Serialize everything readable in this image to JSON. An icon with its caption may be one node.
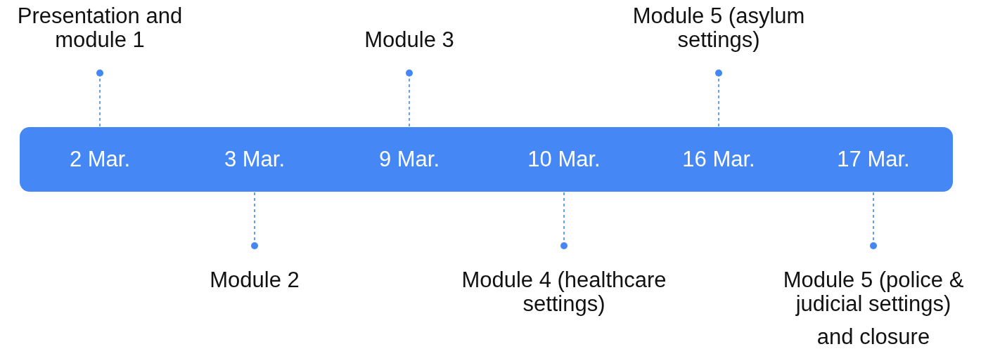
{
  "diagram": {
    "nodes": [
      {
        "text": [],
        "shape": "bar"
      },
      {
        "text": [
          "2 Mar."
        ],
        "in": 0
      },
      {
        "text": [
          "3 Mar."
        ],
        "in": 0
      },
      {
        "text": [
          "9 Mar."
        ],
        "in": 0
      },
      {
        "text": [
          "10 Mar."
        ],
        "in": 0
      },
      {
        "text": [
          "16 Mar."
        ],
        "in": 0
      },
      {
        "text": [
          "17 Mar."
        ],
        "in": 0
      },
      {
        "text": [
          "Presentation and module 1"
        ]
      },
      {
        "text": [
          "Module 2"
        ]
      },
      {
        "text": [
          "Module 3"
        ]
      },
      {
        "text": [
          "Module 4 (healthcare settings)"
        ]
      },
      {
        "text": [
          "Module 5 (asylum settings)"
        ]
      },
      {
        "text": [
          "Module 5 (police & judicial settings)",
          "and closure"
        ]
      }
    ],
    "edges": [
      {
        "from": 7,
        "to": 1,
        "arrow": "other",
        "style": "dashed"
      },
      {
        "from": 8,
        "to": 2,
        "arrow": "other",
        "style": "dashed"
      },
      {
        "from": 9,
        "to": 3,
        "arrow": "other",
        "style": "dashed"
      },
      {
        "from": 10,
        "to": 4,
        "arrow": "other",
        "style": "dashed"
      },
      {
        "from": 11,
        "to": 5,
        "arrow": "other",
        "style": "dashed"
      },
      {
        "from": 12,
        "to": 6,
        "arrow": "other",
        "style": "dashed"
      }
    ]
  }
}
